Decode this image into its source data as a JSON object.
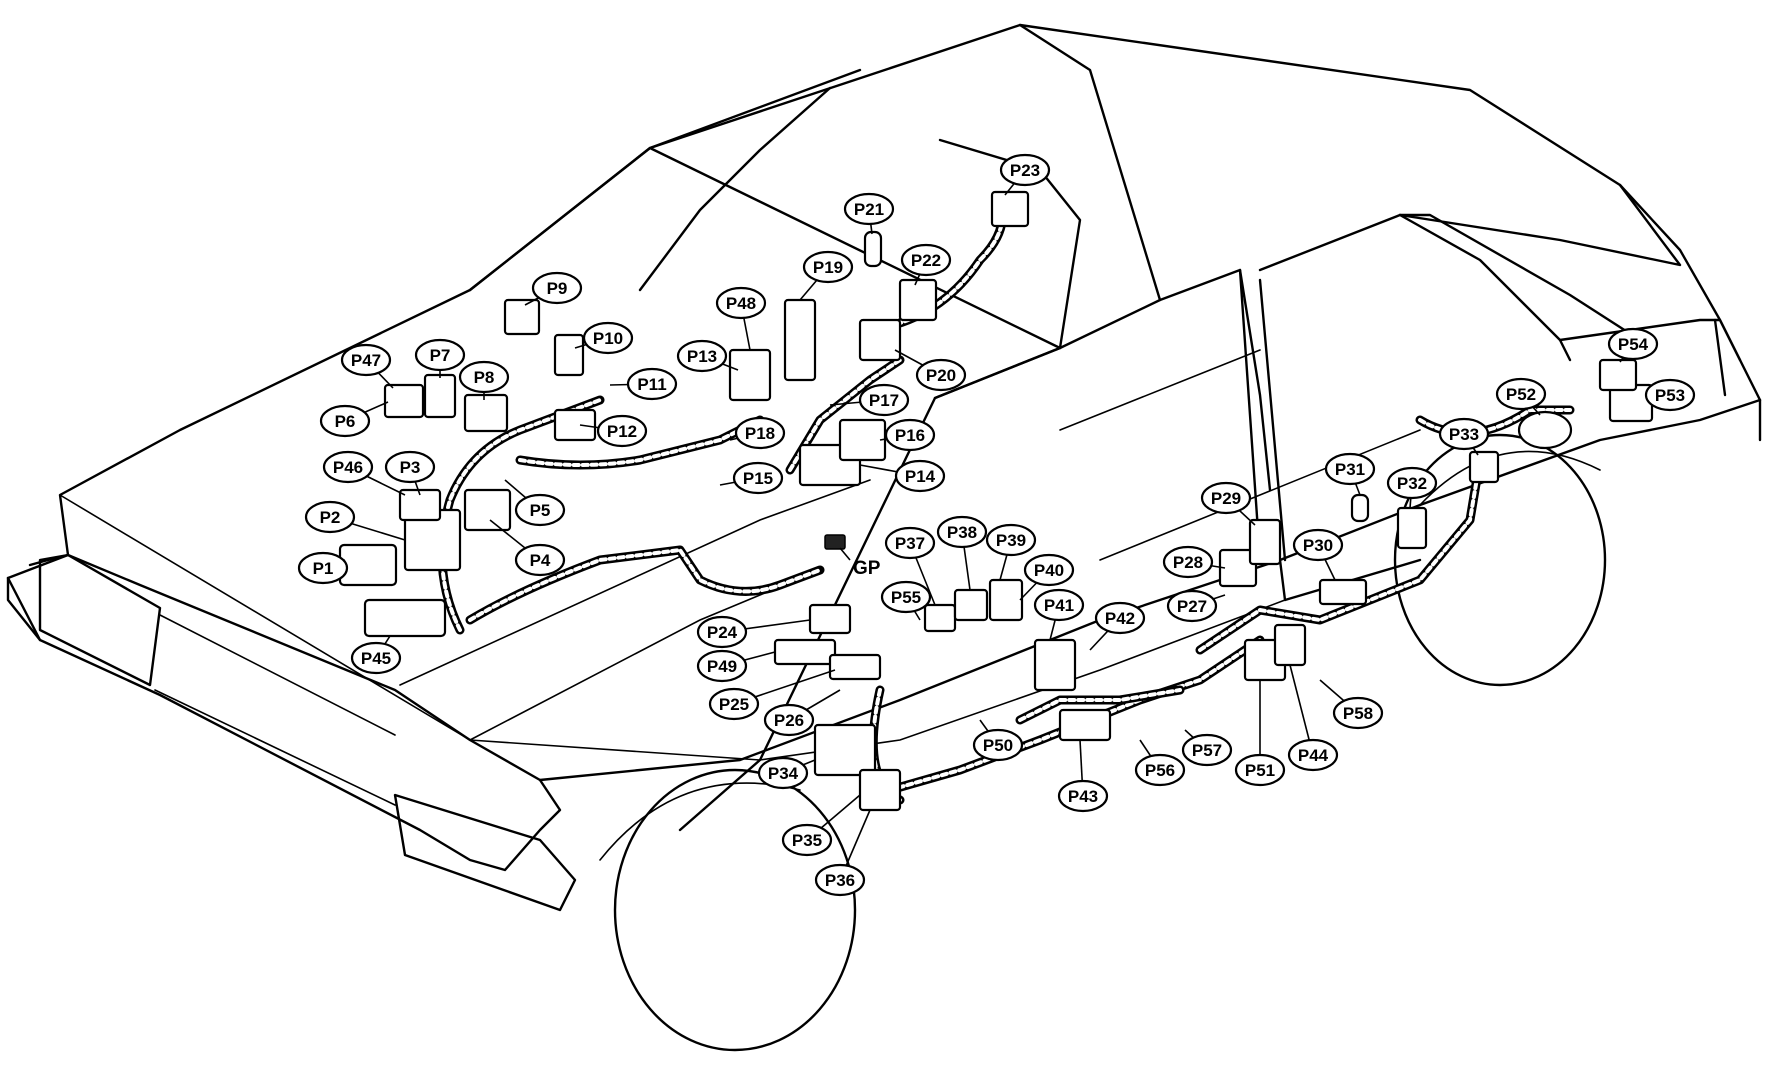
{
  "labels": [
    "P1",
    "P2",
    "P3",
    "P4",
    "P5",
    "P6",
    "P7",
    "P8",
    "P9",
    "P10",
    "P11",
    "P12",
    "P13",
    "P14",
    "P15",
    "P16",
    "P17",
    "P18",
    "P19",
    "P20",
    "P21",
    "P22",
    "P23",
    "P24",
    "P25",
    "P26",
    "P27",
    "P28",
    "P29",
    "P30",
    "P31",
    "P32",
    "P33",
    "P34",
    "P35",
    "P36",
    "P37",
    "P38",
    "P39",
    "P40",
    "P41",
    "P42",
    "P43",
    "P44",
    "P45",
    "P46",
    "P47",
    "P48",
    "P49",
    "P50",
    "P51",
    "P52",
    "P53",
    "P54",
    "P55",
    "P56",
    "P57",
    "P58"
  ],
  "ground_label": "GP"
}
